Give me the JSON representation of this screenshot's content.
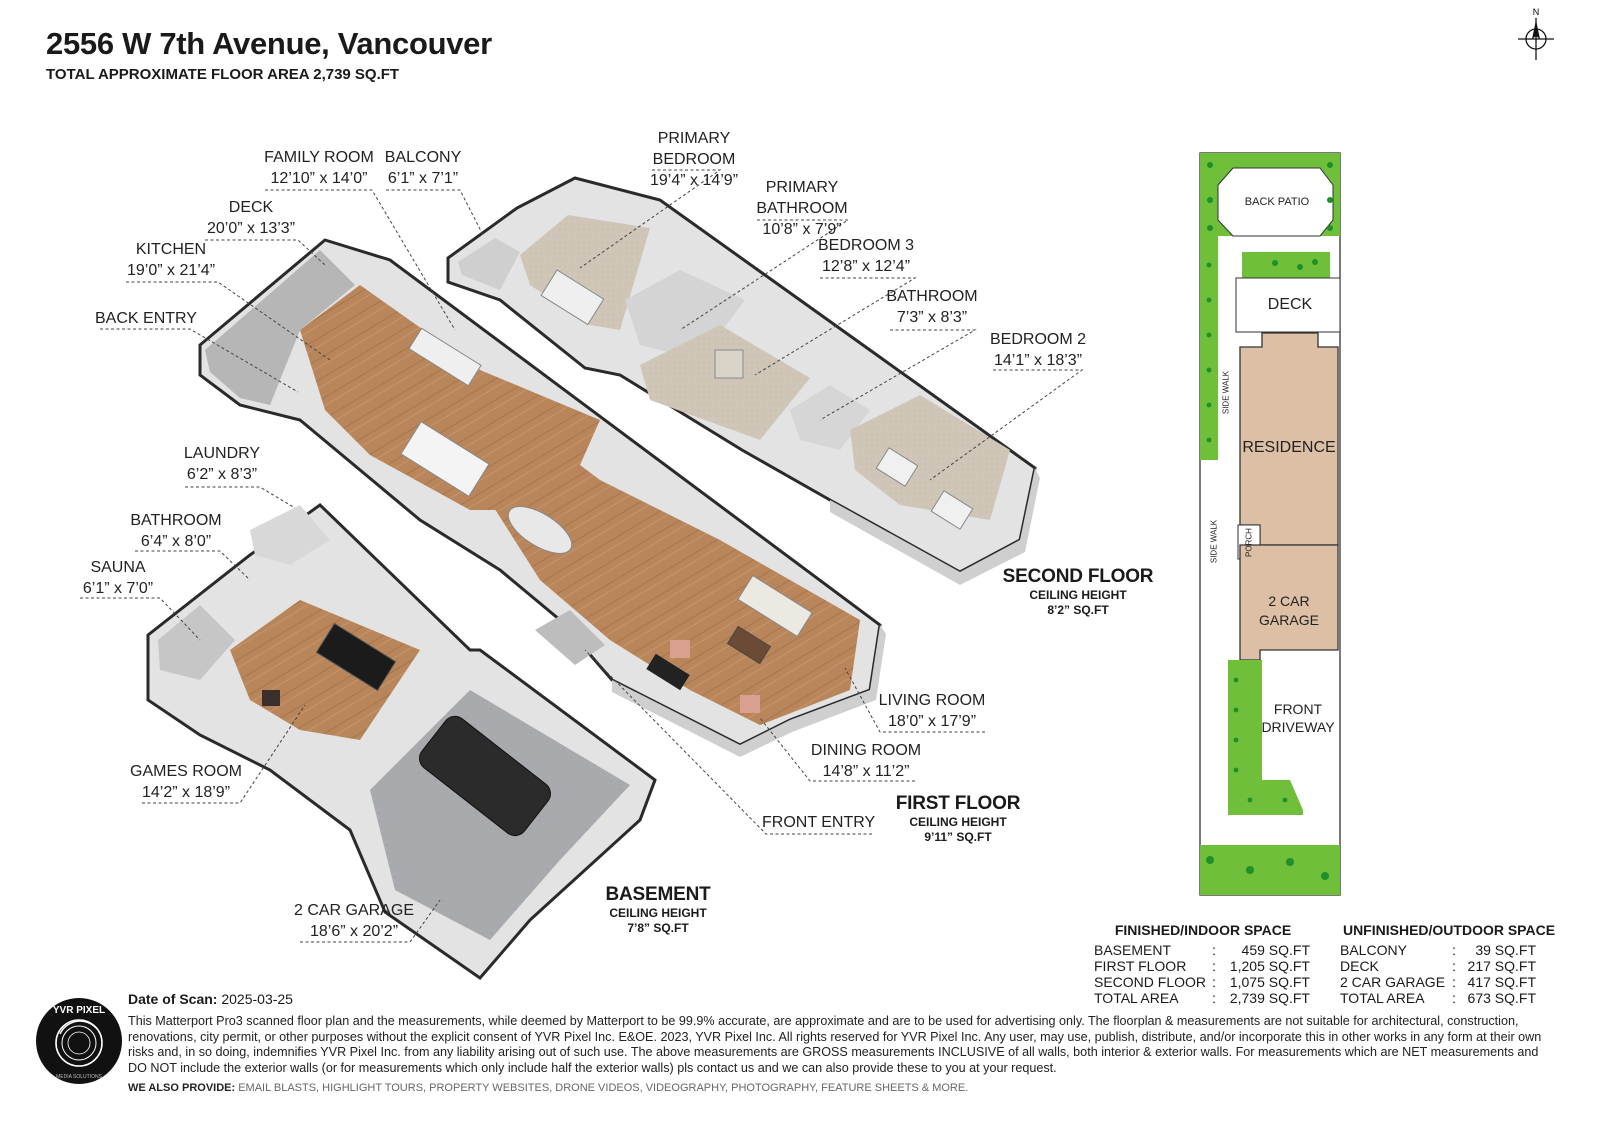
{
  "header": {
    "title": "2556 W 7th Avenue, Vancouver",
    "subtitle": "TOTAL APPROXIMATE FLOOR AREA 2,739 SQ.FT"
  },
  "compass": {
    "label": "N"
  },
  "rooms": [
    {
      "name": "PRIMARY\nBEDROOM",
      "dim": "19’4” x 14’9”"
    },
    {
      "name": "FAMILY ROOM",
      "dim": "12’10” x 14’0”"
    },
    {
      "name": "BALCONY",
      "dim": "6’1” x 7’1”"
    },
    {
      "name": "PRIMARY\nBATHROOM",
      "dim": "10’8” x 7’9”"
    },
    {
      "name": "DECK",
      "dim": "20’0” x 13’3”"
    },
    {
      "name": "KITCHEN",
      "dim": "19’0” x 21’4”"
    },
    {
      "name": "BEDROOM 3",
      "dim": "12’8” x 12’4”"
    },
    {
      "name": "BATHROOM",
      "dim": "7’3” x 8’3”"
    },
    {
      "name": "BACK ENTRY",
      "dim": ""
    },
    {
      "name": "BEDROOM 2",
      "dim": "14’1” x 18’3”"
    },
    {
      "name": "LAUNDRY",
      "dim": "6’2” x 8’3”"
    },
    {
      "name": "BATHROOM",
      "dim": "6’4” x 8’0”"
    },
    {
      "name": "SAUNA",
      "dim": "6’1” x 7’0”"
    },
    {
      "name": "LIVING ROOM",
      "dim": "18’0” x 17’9”"
    },
    {
      "name": "DINING ROOM",
      "dim": "14’8” x 11’2”"
    },
    {
      "name": "GAMES ROOM",
      "dim": "14’2” x 18’9”"
    },
    {
      "name": "FRONT ENTRY",
      "dim": ""
    },
    {
      "name": "2 CAR GARAGE",
      "dim": "18’6” x 20’2”"
    }
  ],
  "floors": {
    "second": {
      "name": "SECOND FLOOR",
      "ceiling_label": "CEILING HEIGHT",
      "ceiling": "8’2” SQ.FT"
    },
    "first": {
      "name": "FIRST FLOOR",
      "ceiling_label": "CEILING HEIGHT",
      "ceiling": "9’11” SQ.FT"
    },
    "basement": {
      "name": "BASEMENT",
      "ceiling_label": "CEILING HEIGHT",
      "ceiling": "7’8” SQ.FT"
    }
  },
  "site_plan": {
    "back_patio": "BACK PATIO",
    "deck": "DECK",
    "side_walk": "SIDE WALK",
    "residence": "RESIDENCE",
    "porch": "PORCH",
    "garage": "2 CAR\nGARAGE",
    "front_driveway": "FRONT\nDRIVEWAY"
  },
  "areas": {
    "finished": {
      "title": "FINISHED/INDOOR SPACE",
      "rows": [
        {
          "label": "BASEMENT",
          "sep": ":",
          "value": "459 SQ.FT"
        },
        {
          "label": "FIRST FLOOR",
          "sep": ":",
          "value": "1,205 SQ.FT"
        },
        {
          "label": "SECOND FLOOR",
          "sep": ":",
          "value": "1,075 SQ.FT"
        },
        {
          "label": "TOTAL AREA",
          "sep": ":",
          "value": "2,739 SQ.FT"
        }
      ]
    },
    "unfinished": {
      "title": "UNFINISHED/OUTDOOR SPACE",
      "rows": [
        {
          "label": "BALCONY",
          "sep": ":",
          "value": "39 SQ.FT"
        },
        {
          "label": "DECK",
          "sep": ":",
          "value": "217 SQ.FT"
        },
        {
          "label": "2 CAR GARAGE",
          "sep": ":",
          "value": "417 SQ.FT"
        },
        {
          "label": "TOTAL AREA",
          "sep": ":",
          "value": "673 SQ.FT"
        }
      ]
    }
  },
  "footer": {
    "scan_label": "Date of Scan:",
    "scan_date": "2025-03-25",
    "disclaimer": "This Matterport Pro3 scanned floor plan and the measurements, while deemed by Matterport to be 99.9% accurate, are approximate and are to be used for advertising only. The floorplan & measurements are not suitable for architectural, construction, renovations, city permit, or other purposes without the explicit consent of YVR Pixel Inc. E&OE. 2023, YVR Pixel Inc. All rights reserved for YVR Pixel Inc. Any user, may use, publish, distribute, and/or incorporate this in other works in any form at their own risks and, in so doing, indemnifies YVR Pixel Inc. from any liability arising out of such use. The above measurements are GROSS measurements INCLUSIVE of all walls, both interior & exterior walls. For measurements which are NET measurements and DO NOT include the exterior walls (or for measurements which only include half the exterior walls) pls contact us and we can also provide these to you at your request.",
    "also_label": "WE ALSO PROVIDE:",
    "also_text": "EMAIL BLASTS, HIGHLIGHT TOURS, PROPERTY WEBSITES, DRONE VIDEOS, VIDEOGRAPHY, PHOTOGRAPHY, FEATURE SHEETS & MORE.",
    "logo_text": "YVR PIXEL",
    "logo_sub": "MEDIA SOLUTIONS"
  }
}
